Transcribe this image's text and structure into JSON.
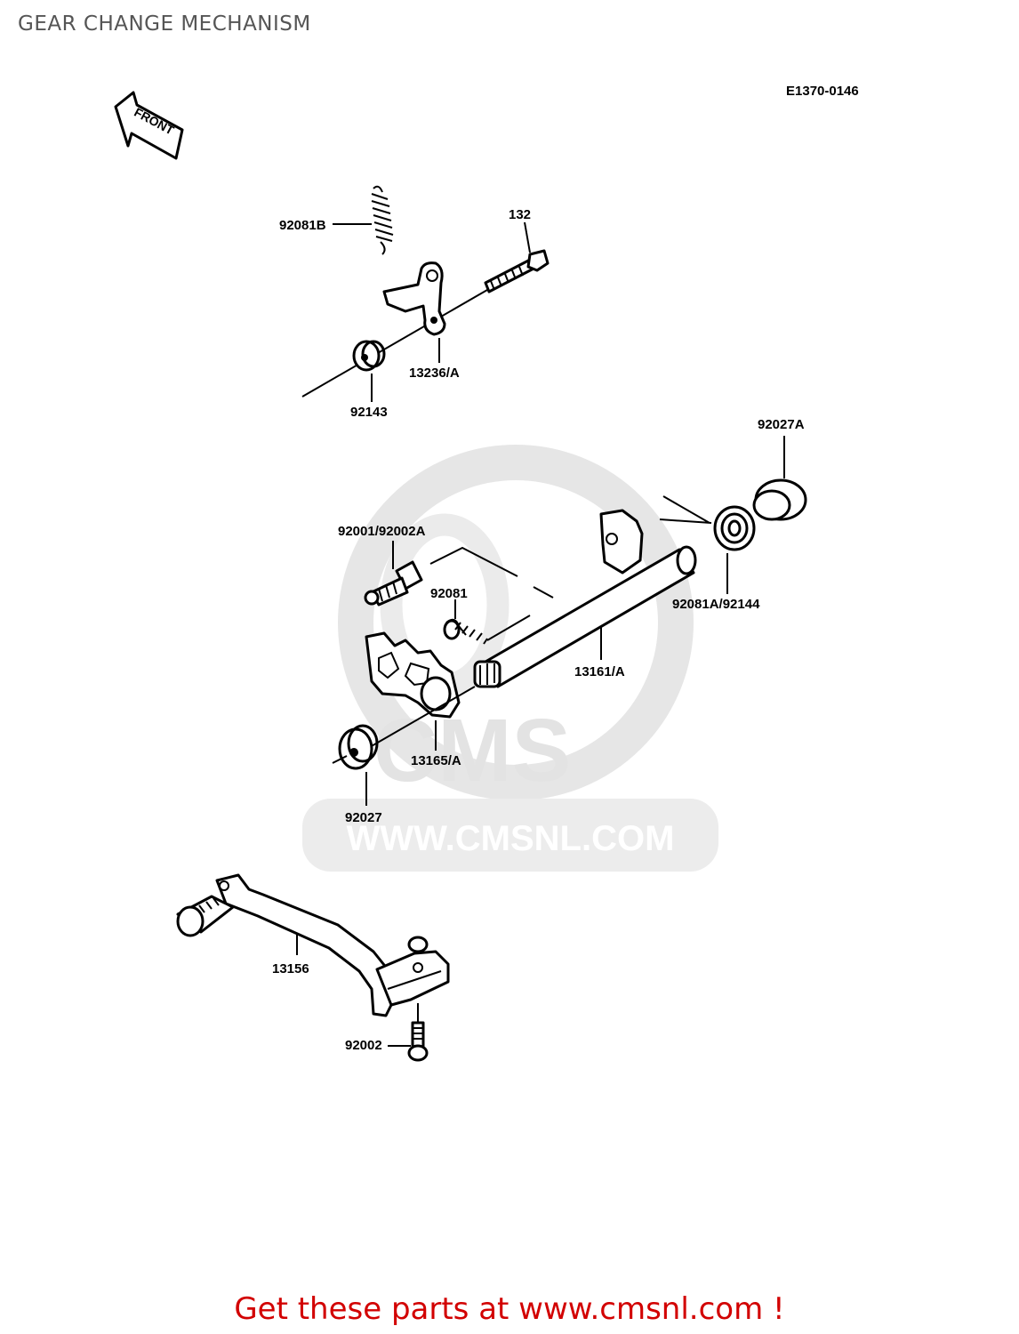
{
  "title": "GEAR CHANGE MECHANISM",
  "diagram_code": "E1370-0146",
  "front_label": "FRONT",
  "watermark": {
    "brand": "CMS",
    "url": "WWW.CMSNL.COM"
  },
  "parts": {
    "p92081B": "92081B",
    "p132": "132",
    "p13236A": "13236/A",
    "p92143": "92143",
    "p92027A": "92027A",
    "p92001_92002A": "92001/92002A",
    "p92081": "92081",
    "p92081A_92144": "92081A/92144",
    "p13161A": "13161/A",
    "p13165A": "13165/A",
    "p92027": "92027",
    "p13156": "13156",
    "p92002": "92002"
  },
  "footer": "Get these parts at www.cmsnl.com !",
  "colors": {
    "footer": "#d20000",
    "title": "#555555",
    "watermark": "#e3e3e3"
  }
}
